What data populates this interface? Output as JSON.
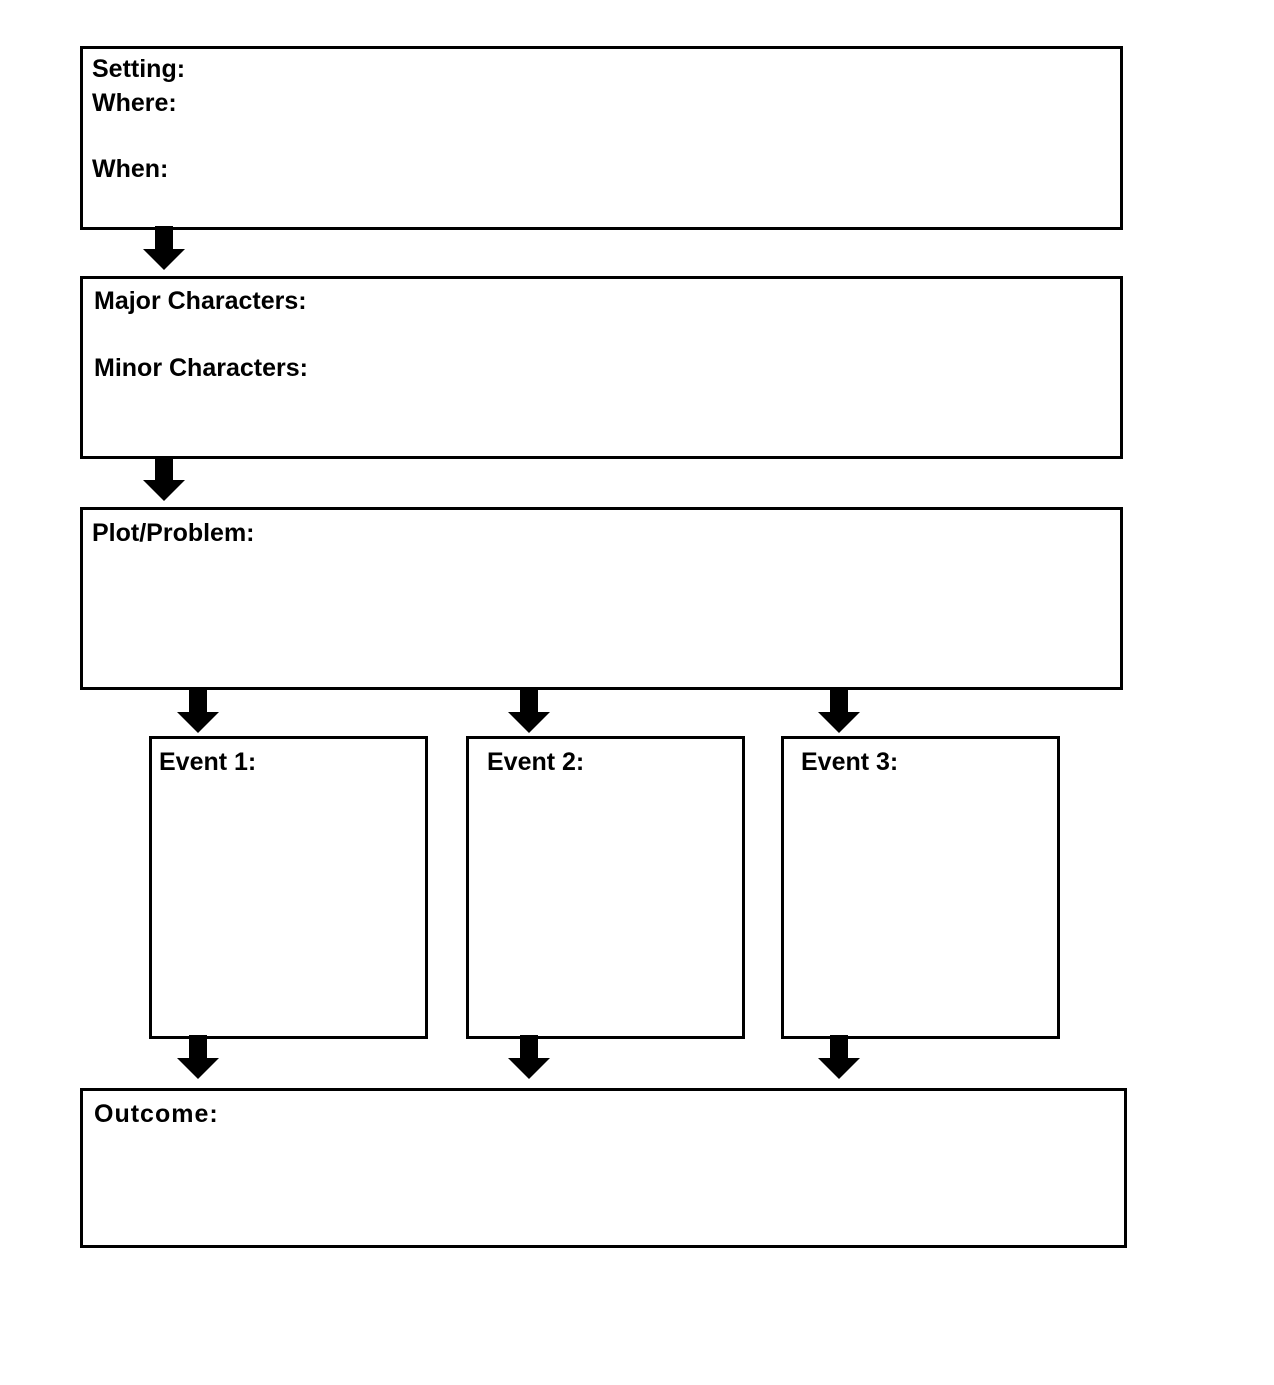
{
  "setting": {
    "title": "Setting:",
    "where_label": "Where:",
    "when_label": "When:"
  },
  "characters": {
    "major_label": "Major Characters:",
    "minor_label": "Minor Characters:"
  },
  "plot": {
    "label": "Plot/Problem:"
  },
  "events": [
    {
      "label": "Event 1:"
    },
    {
      "label": "Event 2:"
    },
    {
      "label": "Event 3:"
    }
  ],
  "outcome": {
    "label": "Outcome:"
  },
  "colors": {
    "ink": "#000000",
    "paper": "#ffffff"
  },
  "icons": {
    "connector": "arrow-down-icon"
  }
}
